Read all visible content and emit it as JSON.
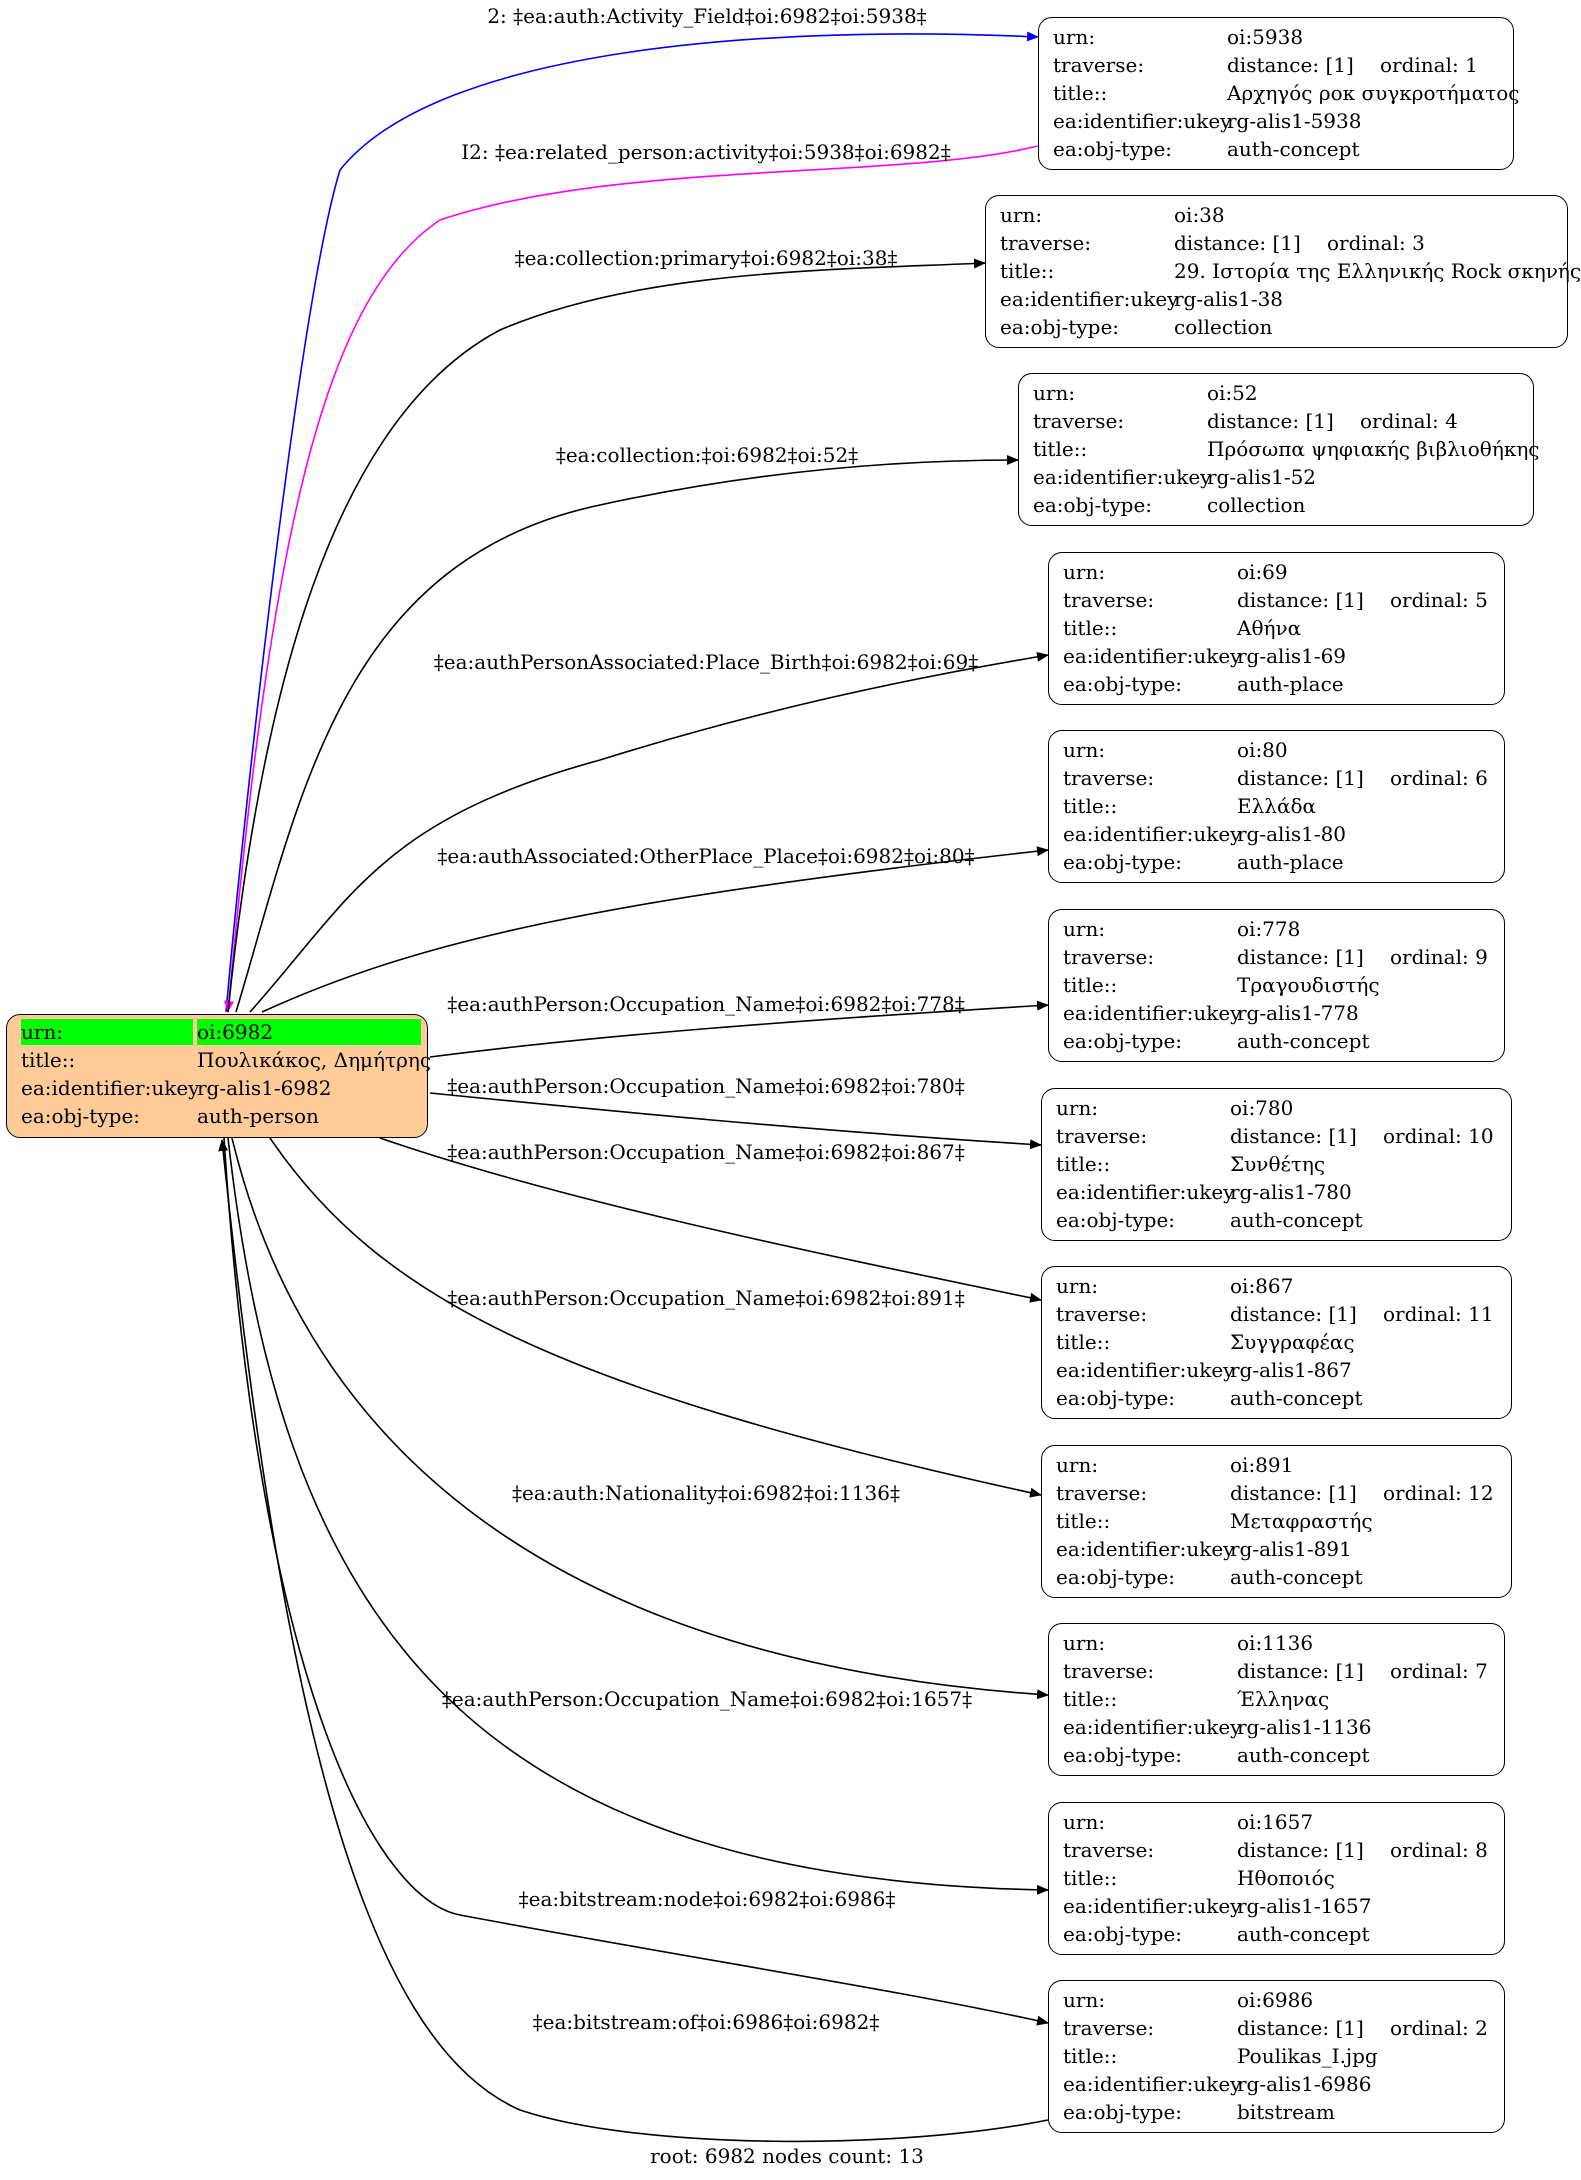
{
  "root": {
    "rows": [
      {
        "k": "urn:",
        "v": "oi:6982"
      },
      {
        "k": "title::",
        "v": "Πουλικάκος, Δημήτρης"
      },
      {
        "k": "ea:identifier:ukey",
        "v": "rg-alis1-6982"
      },
      {
        "k": "ea:obj-type:",
        "v": "auth-person"
      }
    ],
    "fill": "#ffcc99",
    "highlight": "#00ff00"
  },
  "nodes": [
    {
      "urn": "oi:5938",
      "distance": "distance: [1]",
      "ordinal": "ordinal: 1",
      "title": "Αρχηγός ροκ συγκροτήματος",
      "ukey": "rg-alis1-5938",
      "type": "auth-concept"
    },
    {
      "urn": "oi:38",
      "distance": "distance: [1]",
      "ordinal": "ordinal: 3",
      "title": "29. Ιστορία της Ελληνικής Rock σκηνής",
      "ukey": "rg-alis1-38",
      "type": "collection"
    },
    {
      "urn": "oi:52",
      "distance": "distance: [1]",
      "ordinal": "ordinal: 4",
      "title": "Πρόσωπα ψηφιακής βιβλιοθήκης",
      "ukey": "rg-alis1-52",
      "type": "collection"
    },
    {
      "urn": "oi:69",
      "distance": "distance: [1]",
      "ordinal": "ordinal: 5",
      "title": "Αθήνα",
      "ukey": "rg-alis1-69",
      "type": "auth-place"
    },
    {
      "urn": "oi:80",
      "distance": "distance: [1]",
      "ordinal": "ordinal: 6",
      "title": "Ελλάδα",
      "ukey": "rg-alis1-80",
      "type": "auth-place"
    },
    {
      "urn": "oi:778",
      "distance": "distance: [1]",
      "ordinal": "ordinal: 9",
      "title": "Τραγουδιστής",
      "ukey": "rg-alis1-778",
      "type": "auth-concept"
    },
    {
      "urn": "oi:780",
      "distance": "distance: [1]",
      "ordinal": "ordinal: 10",
      "title": "Συνθέτης",
      "ukey": "rg-alis1-780",
      "type": "auth-concept"
    },
    {
      "urn": "oi:867",
      "distance": "distance: [1]",
      "ordinal": "ordinal: 11",
      "title": "Συγγραφέας",
      "ukey": "rg-alis1-867",
      "type": "auth-concept"
    },
    {
      "urn": "oi:891",
      "distance": "distance: [1]",
      "ordinal": "ordinal: 12",
      "title": "Μεταφραστής",
      "ukey": "rg-alis1-891",
      "type": "auth-concept"
    },
    {
      "urn": "oi:1136",
      "distance": "distance: [1]",
      "ordinal": "ordinal: 7",
      "title": "Έλληνας",
      "ukey": "rg-alis1-1136",
      "type": "auth-concept"
    },
    {
      "urn": "oi:1657",
      "distance": "distance: [1]",
      "ordinal": "ordinal: 8",
      "title": "Ηθοποιός",
      "ukey": "rg-alis1-1657",
      "type": "auth-concept"
    },
    {
      "urn": "oi:6986",
      "distance": "distance: [1]",
      "ordinal": "ordinal: 2",
      "title": "Poulikas_I.jpg",
      "ukey": "rg-alis1-6986",
      "type": "bitstream"
    }
  ],
  "node_keys": {
    "urn": "urn:",
    "traverse": "traverse:",
    "title": "title::",
    "ukey": "ea:identifier:ukey",
    "type": "ea:obj-type:"
  },
  "edges": [
    {
      "label": "2: ‡ea:auth:Activity_Field‡oi:6982‡oi:5938‡",
      "color": "#0000ff"
    },
    {
      "label": "I2: ‡ea:related_person:activity‡oi:5938‡oi:6982‡",
      "color": "#ff00ff"
    },
    {
      "label": "‡ea:collection:primary‡oi:6982‡oi:38‡",
      "color": "#000000"
    },
    {
      "label": "‡ea:collection:‡oi:6982‡oi:52‡",
      "color": "#000000"
    },
    {
      "label": "‡ea:authPersonAssociated:Place_Birth‡oi:6982‡oi:69‡",
      "color": "#000000"
    },
    {
      "label": "‡ea:authAssociated:OtherPlace_Place‡oi:6982‡oi:80‡",
      "color": "#000000"
    },
    {
      "label": "‡ea:authPerson:Occupation_Name‡oi:6982‡oi:778‡",
      "color": "#000000"
    },
    {
      "label": "‡ea:authPerson:Occupation_Name‡oi:6982‡oi:780‡",
      "color": "#000000"
    },
    {
      "label": "‡ea:authPerson:Occupation_Name‡oi:6982‡oi:867‡",
      "color": "#000000"
    },
    {
      "label": "‡ea:authPerson:Occupation_Name‡oi:6982‡oi:891‡",
      "color": "#000000"
    },
    {
      "label": "‡ea:auth:Nationality‡oi:6982‡oi:1136‡",
      "color": "#000000"
    },
    {
      "label": "‡ea:authPerson:Occupation_Name‡oi:6982‡oi:1657‡",
      "color": "#000000"
    },
    {
      "label": "‡ea:bitstream:node‡oi:6982‡oi:6986‡",
      "color": "#000000"
    },
    {
      "label": "‡ea:bitstream:of‡oi:6986‡oi:6982‡",
      "color": "#000000"
    }
  ],
  "footer": "root: 6982 nodes count: 13"
}
